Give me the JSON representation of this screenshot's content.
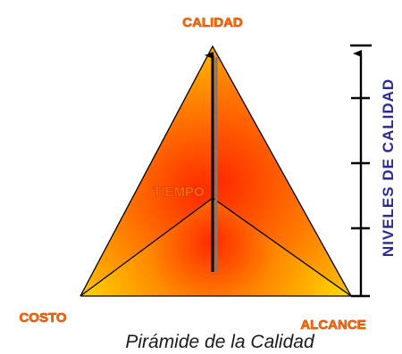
{
  "diagram": {
    "labels": {
      "top": "CALIDAD",
      "center": "TIEMPO",
      "bottom_left": "COSTO",
      "bottom_right": "ALCANCE"
    },
    "side_label": "NIVELES DE CALIDAD",
    "caption": "Pirámide de la Calidad",
    "colors": {
      "outer": "#ffd000",
      "inner": "#ff3a00",
      "label_fill": "#ff6600",
      "side_label": "#2a2a9a",
      "edges": "#000000"
    }
  }
}
